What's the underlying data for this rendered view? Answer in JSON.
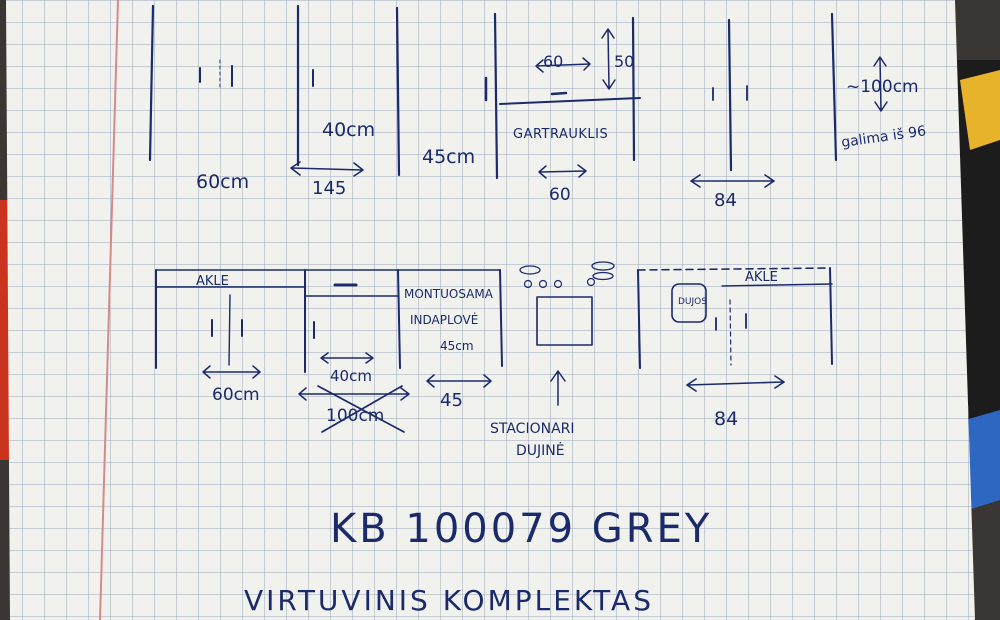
{
  "top_row": {
    "w60": "60cm",
    "d40": "40cm",
    "w145": "145",
    "w45": "45cm",
    "h60": "60",
    "h50": "50",
    "hood_label": "GARTRAUKLIS",
    "hood_w": "60",
    "w84": "84",
    "tall_h": "~100cm",
    "tall_note": "galima iš 96"
  },
  "bottom_row": {
    "sink_label": "AKLE",
    "w60": "60cm",
    "d40": "40cm",
    "w100": "100cm",
    "mount_1": "MONTUOSAMA",
    "mount_2": "INDAPLOVĖ",
    "mount_3": "45cm",
    "w45": "45",
    "stove_1": "STACIONARI",
    "stove_2": "DUJINĖ",
    "blind_label": "AKLE",
    "w84": "84",
    "tank_label": "DUJOS"
  },
  "code_line": "KB 100079    GREY",
  "title_line": "VIRTUVINIS    KOMPLEKTAS"
}
